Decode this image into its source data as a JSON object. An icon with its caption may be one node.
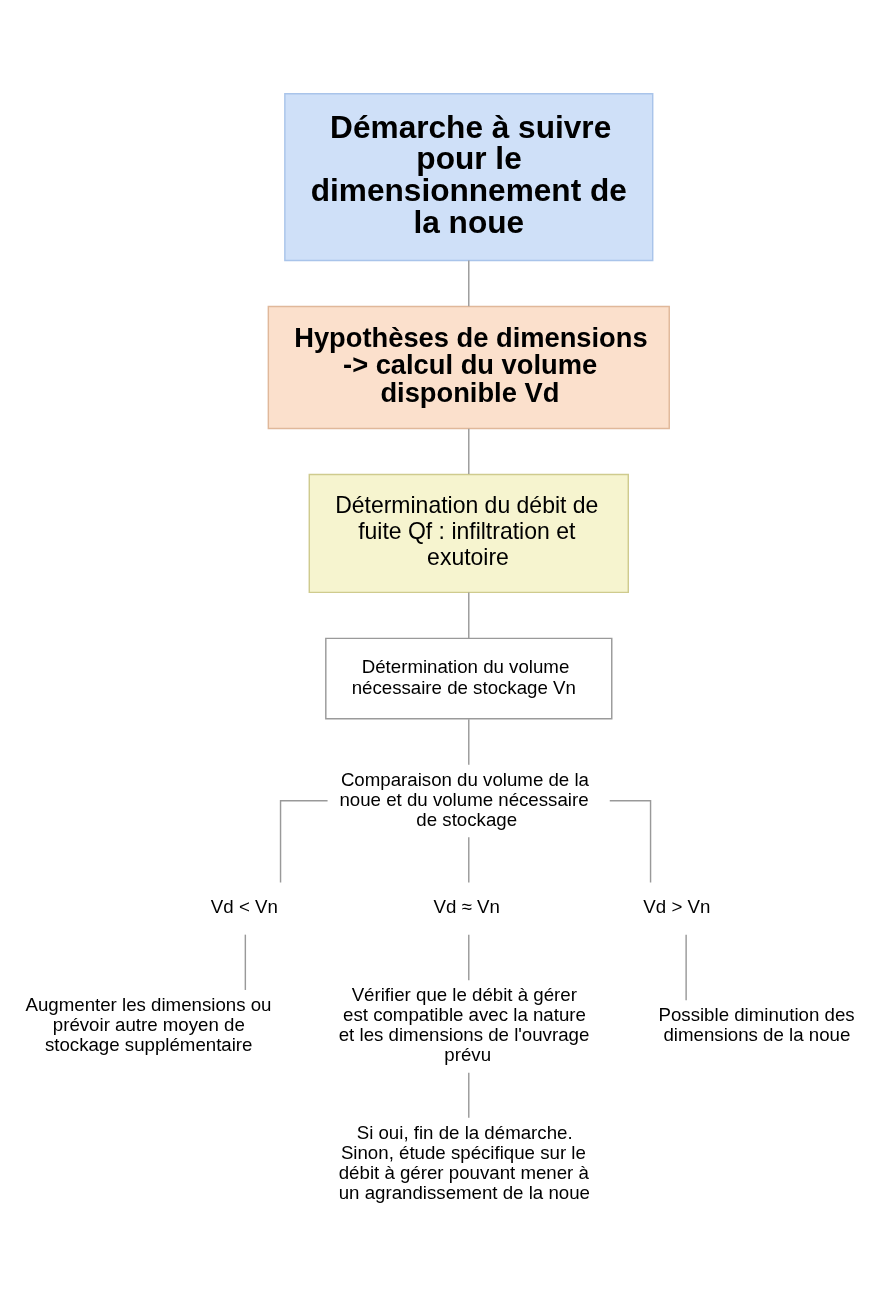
{
  "diagram": {
    "nodes": [
      {
        "text": [
          "Démarche à suivre pour le dimensionnement de la noue"
        ]
      },
      {
        "text": [
          "Hypothèses de dimensions -> calcul du volume disponible Vd"
        ]
      },
      {
        "text": [
          "Détermination du débit de fuite Qf : infiltration et exutoire"
        ]
      },
      {
        "text": [
          "Détermination du volume nécessaire de stockage Vn"
        ]
      },
      {
        "text": [
          "Comparaison du volume de la noue et du volume nécessaire de stockage"
        ]
      },
      {
        "text": [
          "Vd < Vn"
        ]
      },
      {
        "text": [
          "Vd ≈ Vn"
        ]
      },
      {
        "text": [
          "Vd > Vn"
        ]
      },
      {
        "text": [
          "Augmenter les dimensions ou prévoir autre moyen de stockage supplémentaire"
        ]
      },
      {
        "text": [
          "Vérifier que le débit à gérer est compatible avec la nature et les dimensions de l'ouvrage prévu"
        ]
      },
      {
        "text": [
          "Possible diminution des dimensions de la noue"
        ]
      },
      {
        "text": [
          "Si oui, fin de la démarche. Sinon, étude spécifique sur le débit à gérer pouvant mener à un agrandissement de la noue"
        ]
      }
    ],
    "edges": [
      {
        "from": 0,
        "to": 1,
        "arrow": "none"
      },
      {
        "from": 1,
        "to": 2,
        "arrow": "none"
      },
      {
        "from": 2,
        "to": 3,
        "arrow": "none"
      },
      {
        "from": 3,
        "to": 4,
        "arrow": "none"
      },
      {
        "from": 4,
        "to": 5,
        "arrow": "none"
      },
      {
        "from": 4,
        "to": 6,
        "arrow": "none"
      },
      {
        "from": 4,
        "to": 7,
        "arrow": "none"
      },
      {
        "from": 5,
        "to": 8,
        "arrow": "none"
      },
      {
        "from": 6,
        "to": 9,
        "arrow": "none"
      },
      {
        "from": 7,
        "to": 10,
        "arrow": "none"
      },
      {
        "from": 9,
        "to": 11,
        "arrow": "none"
      }
    ]
  }
}
